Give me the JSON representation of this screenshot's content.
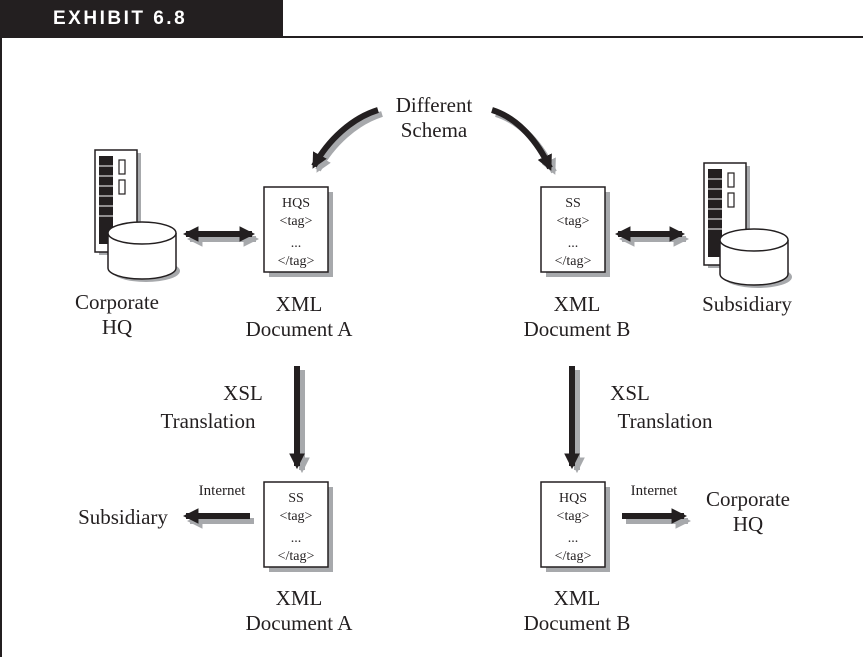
{
  "exhibit": {
    "label": "EXHIBIT 6.8"
  },
  "schema_label": {
    "line1": "Different",
    "line2": "Schema"
  },
  "corporate_hq": {
    "line1": "Corporate",
    "line2": "HQ"
  },
  "subsidiary_top": {
    "label": "Subsidiary"
  },
  "doc_a_top": {
    "lines": [
      "HQS",
      "<tag>",
      "...",
      "</tag>"
    ],
    "caption1": "XML",
    "caption2": "Document A"
  },
  "doc_b_top": {
    "lines": [
      "SS",
      "<tag>",
      "...",
      "</tag>"
    ],
    "caption1": "XML",
    "caption2": "Document B"
  },
  "xsl_left": {
    "line1": "XSL",
    "line2": "Translation"
  },
  "xsl_right": {
    "line1": "XSL",
    "line2": "Translation"
  },
  "doc_a_bottom": {
    "lines": [
      "SS",
      "<tag>",
      "...",
      "</tag>"
    ],
    "caption1": "XML",
    "caption2": "Document A"
  },
  "doc_b_bottom": {
    "lines": [
      "HQS",
      "<tag>",
      "...",
      "</tag>"
    ],
    "caption1": "XML",
    "caption2": "Document B"
  },
  "internet_left": {
    "label": "Internet"
  },
  "internet_right": {
    "label": "Internet"
  },
  "subsidiary_bottom": {
    "label": "Subsidiary"
  },
  "corporate_hq_bottom": {
    "line1": "Corporate",
    "line2": "HQ"
  },
  "icons": {
    "server": "server-database-icon",
    "document": "document-icon"
  },
  "colors": {
    "ink": "#231f20",
    "shadow": "#a7a9ac",
    "paper": "#ffffff"
  }
}
